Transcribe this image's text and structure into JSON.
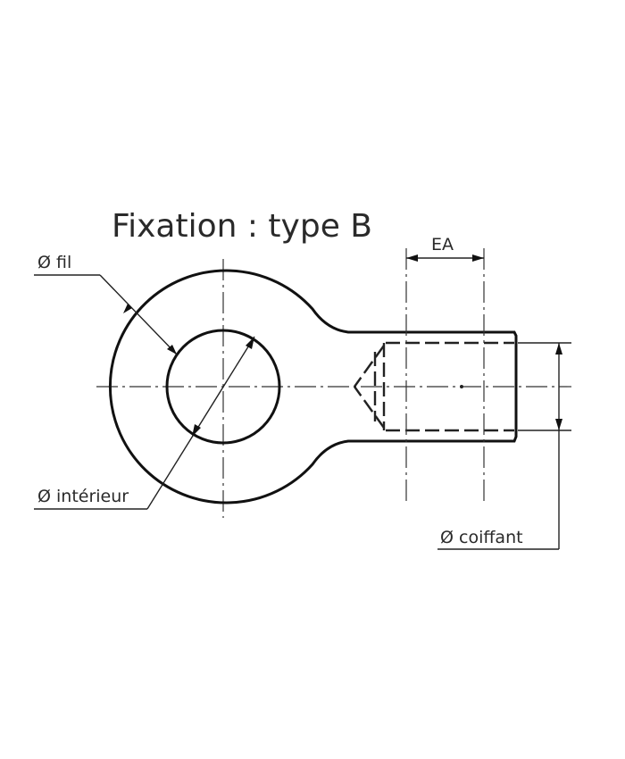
{
  "title": "Fixation : type B",
  "labels": {
    "wire_diameter": "Ø fil",
    "inner_diameter": "Ø intérieur",
    "cap_diameter": "Ø coiffant",
    "ea": "EA"
  }
}
